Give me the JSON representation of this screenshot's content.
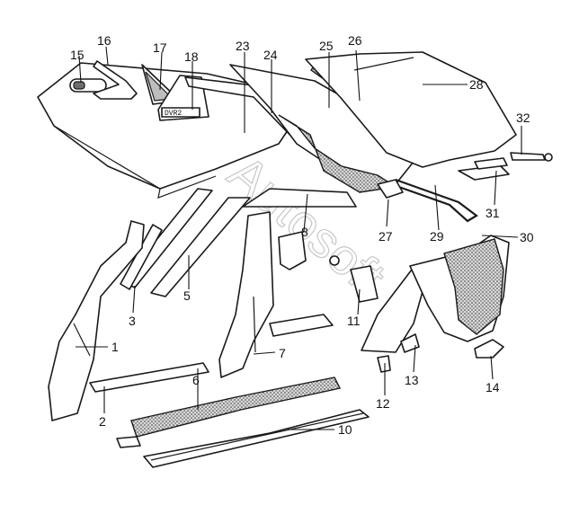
{
  "watermark": "Autosoft",
  "diagram": {
    "callouts": {
      "c1": "1",
      "c2": "2",
      "c3": "3",
      "c5": "5",
      "c6": "6",
      "c7": "7",
      "c8": "8",
      "c10": "10",
      "c11": "11",
      "c12": "12",
      "c13": "13",
      "c14": "14",
      "c15": "15",
      "c16": "16",
      "c17": "17",
      "c18": "18",
      "c23": "23",
      "c24": "24",
      "c25": "25",
      "c26": "26",
      "c27": "27",
      "c28": "28",
      "c29": "29",
      "c30": "30",
      "c31": "31",
      "c32": "32"
    },
    "label_18_tag": "DVR2"
  }
}
